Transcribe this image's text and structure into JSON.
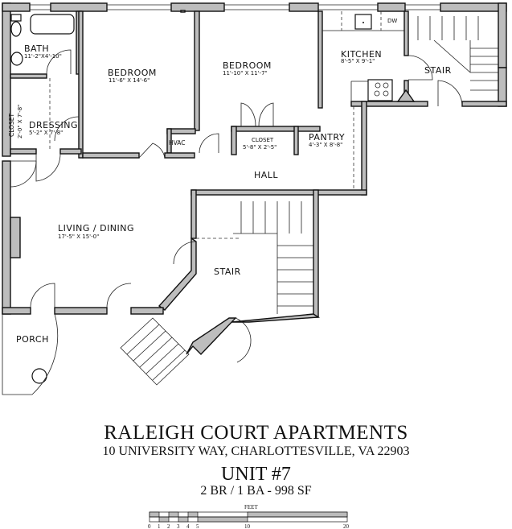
{
  "rooms": {
    "bath": {
      "name": "BATH",
      "dims": "11'-2\"X4'-10\""
    },
    "closet_left": {
      "name": "CLOSET",
      "dims": "2'-0\" X 7'-8\""
    },
    "dressing": {
      "name": "DRESSING",
      "dims": "5'-2\" X 7'-8\""
    },
    "bedroom1": {
      "name": "BEDROOM",
      "dims": "11'-6\" X 14'-6\""
    },
    "hvac": {
      "name": "HVAC"
    },
    "bedroom2": {
      "name": "BEDROOM",
      "dims": "11'-10\" X 11'-7\""
    },
    "closet_bed2": {
      "name": "CLOSET",
      "dims": "5'-8\" X 2'-5\""
    },
    "pantry": {
      "name": "PANTRY",
      "dims": "4'-3\" X 8'-8\""
    },
    "kitchen": {
      "name": "KITCHEN",
      "dims": "8'-5\" X 9'-1\"",
      "dw": "DW"
    },
    "stair_upper": {
      "name": "STAIR"
    },
    "hall": {
      "name": "HALL"
    },
    "living": {
      "name": "LIVING / DINING",
      "dims": "17'-5\" X 15'-0\""
    },
    "stair_main": {
      "name": "STAIR"
    },
    "porch": {
      "name": "PORCH"
    }
  },
  "title": {
    "building": "RALEIGH COURT APARTMENTS",
    "address": "10 UNIVERSITY WAY, CHARLOTTESVILLE, VA 22903",
    "unit": "UNIT #7",
    "summary": "2 BR / 1 BA - 998 SF"
  },
  "scale_bar": {
    "unit_label": "FEET",
    "ticks": [
      "0",
      "1",
      "2",
      "3",
      "4",
      "5",
      "10",
      "20"
    ]
  }
}
